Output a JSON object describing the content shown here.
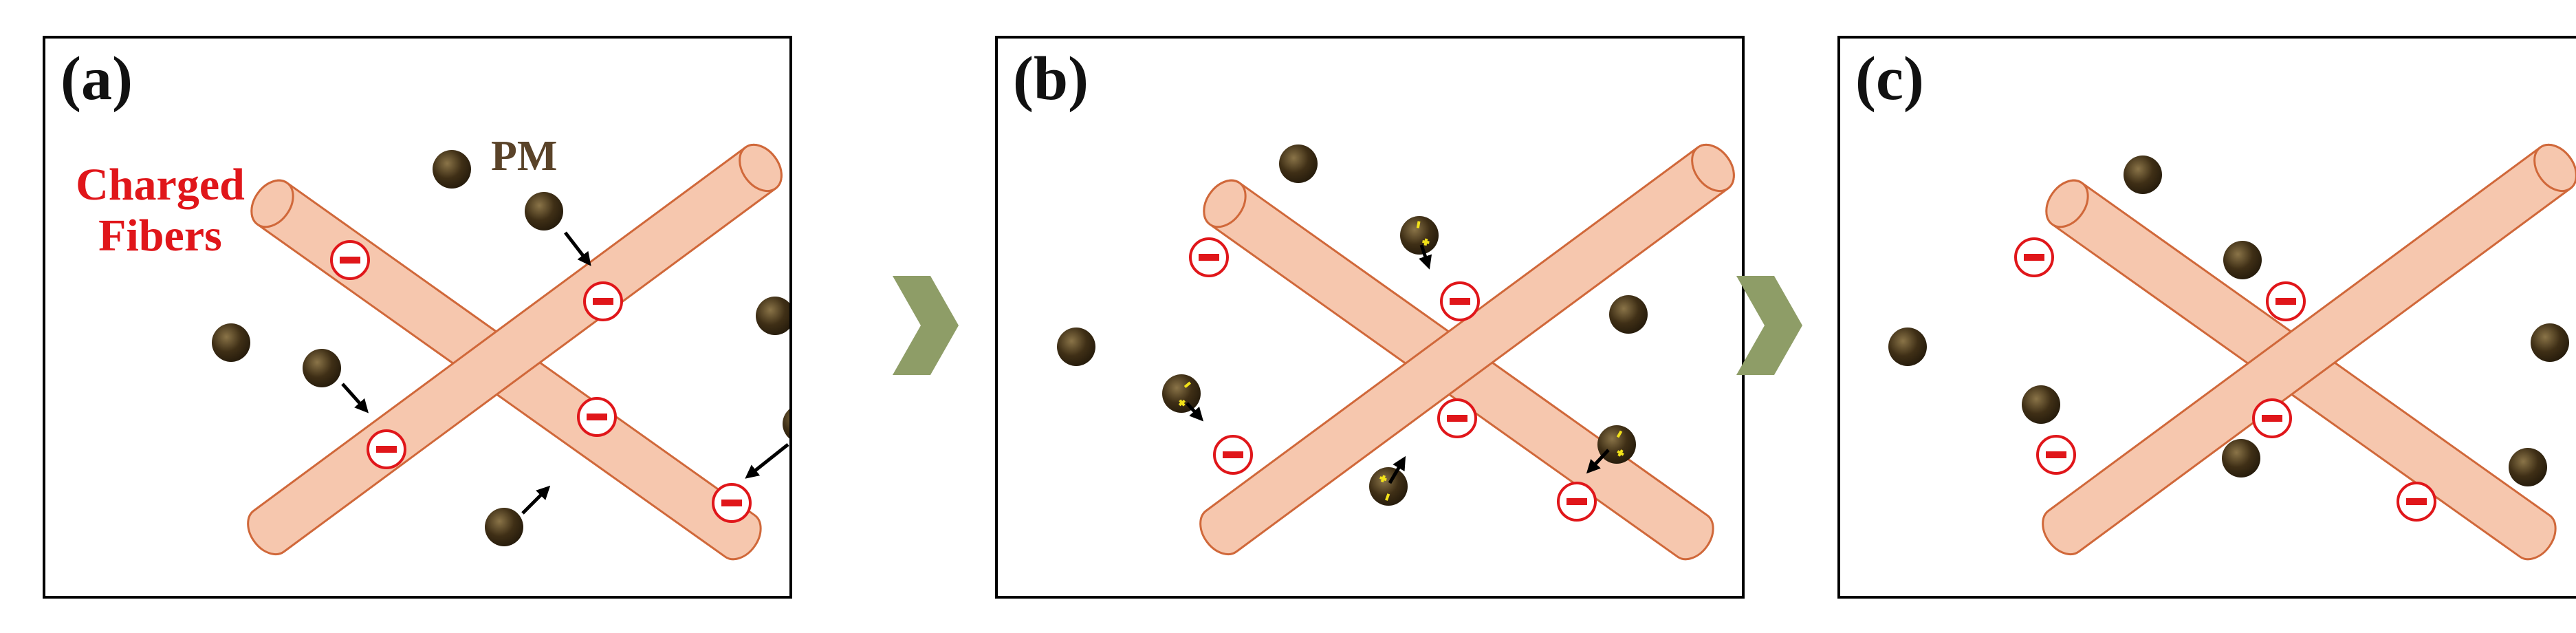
{
  "panels": [
    {
      "id": "a",
      "label": "(a)",
      "fibers_label_line1": "Charged",
      "fibers_label_line2": "Fibers",
      "pm_label": "PM"
    },
    {
      "id": "b",
      "label": "(b)"
    },
    {
      "id": "c",
      "label": "(c)"
    }
  ],
  "colors": {
    "fiber_fill": "#f6c7ae",
    "fiber_stroke": "#d0683a",
    "charge": "#e0161a",
    "particle": "#3f2f16",
    "particle_highlight": "#8a7448",
    "induced_charge": "#f2e21a",
    "transition_arrow": "#8e9d67",
    "fibers_label": "#e0161a",
    "pm_label": "#5a4329"
  },
  "icons": {
    "negative_charge": "minus-circle-icon",
    "induced_dipole": "plus-minus-icon",
    "transition": "right-chevron-arrow-icon"
  }
}
